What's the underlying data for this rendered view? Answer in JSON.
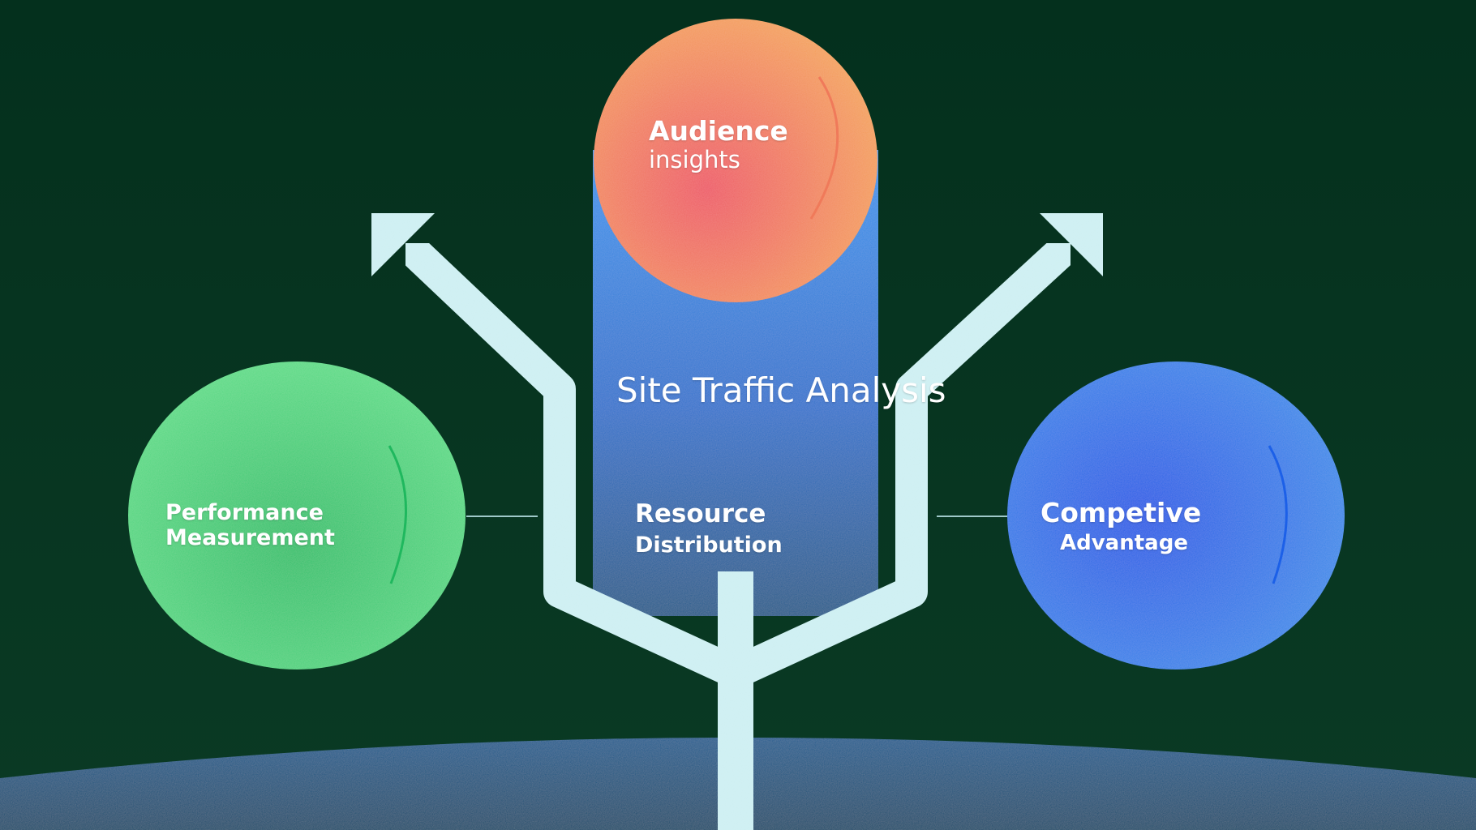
{
  "diagram": {
    "title": "Site Traffic Analysis",
    "nodes": {
      "audience": {
        "line1": "Audience",
        "line2": "insights",
        "color": "#f07a6a"
      },
      "resource": {
        "line1": "Resource",
        "line2": "Distribution"
      },
      "performance": {
        "line1": "Performance",
        "line2": "Measurement",
        "color": "#3fd27e"
      },
      "competitive": {
        "line1": "Competive",
        "line2": "Advantage",
        "color": "#2f7ce8"
      }
    }
  },
  "colors": {
    "background": "#063420",
    "column": "#2f7ed6",
    "arrows": "#cfeff2",
    "ground": "#1d5f8c"
  }
}
